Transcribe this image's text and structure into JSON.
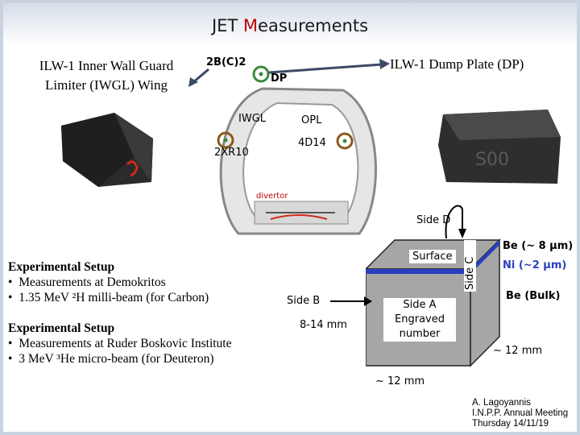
{
  "header": {
    "title_highlight": "M",
    "title_prefix": "JET ",
    "title_rest": "easurements"
  },
  "labels": {
    "iwgl_line1": "ILW-1 Inner Wall Guard",
    "iwgl_line2": "Limiter (IWGL) Wing",
    "dp": "ILW-1 Dump Plate (DP)",
    "tag_2b": "2B(C)2",
    "tag_dp": "DP",
    "tag_iwgl": "IWGL",
    "tag_opl": "OPL",
    "tag_2xr10": "2XR10",
    "tag_4d14": "4D14",
    "divertor": "divertor"
  },
  "box": {
    "side_d": "Side D",
    "surface": "Surface",
    "side_a_line1": "Side A",
    "side_a_line2": "Engraved",
    "side_a_line3": "number",
    "side_c": "Side C",
    "side_b": "Side B",
    "depth": "8-14 mm",
    "width_bottom": "~ 12 mm",
    "width_right": "~ 12 mm",
    "be_top": "Be (~ 8 μm)",
    "ni_top": "Ni (~2 μm)",
    "be_bulk": "Be (Bulk)"
  },
  "setups": [
    {
      "heading": "Experimental Setup",
      "line1": "Measurements at Demokritos",
      "line2": "1.35 MeV ²H milli-beam (for Carbon)"
    },
    {
      "heading": "Experimental Setup",
      "line1": "Measurements at Ruder Boskovic Institute",
      "line2": "3 MeV ³He micro-beam (for Deuteron)"
    }
  ],
  "credit": {
    "line1": "A. Lagoyannis",
    "line2": "I.N.P.P. Annual Meeting",
    "line3": "Thursday 14/11/19"
  },
  "colors": {
    "accent_red": "#c00000",
    "blue_layer": "#2a3fbf",
    "grey_box": "#a6a6a6",
    "arrow": "#3b4a66",
    "circle_green": "#3a8a3a",
    "circle_brown": "#8a5a1c"
  }
}
